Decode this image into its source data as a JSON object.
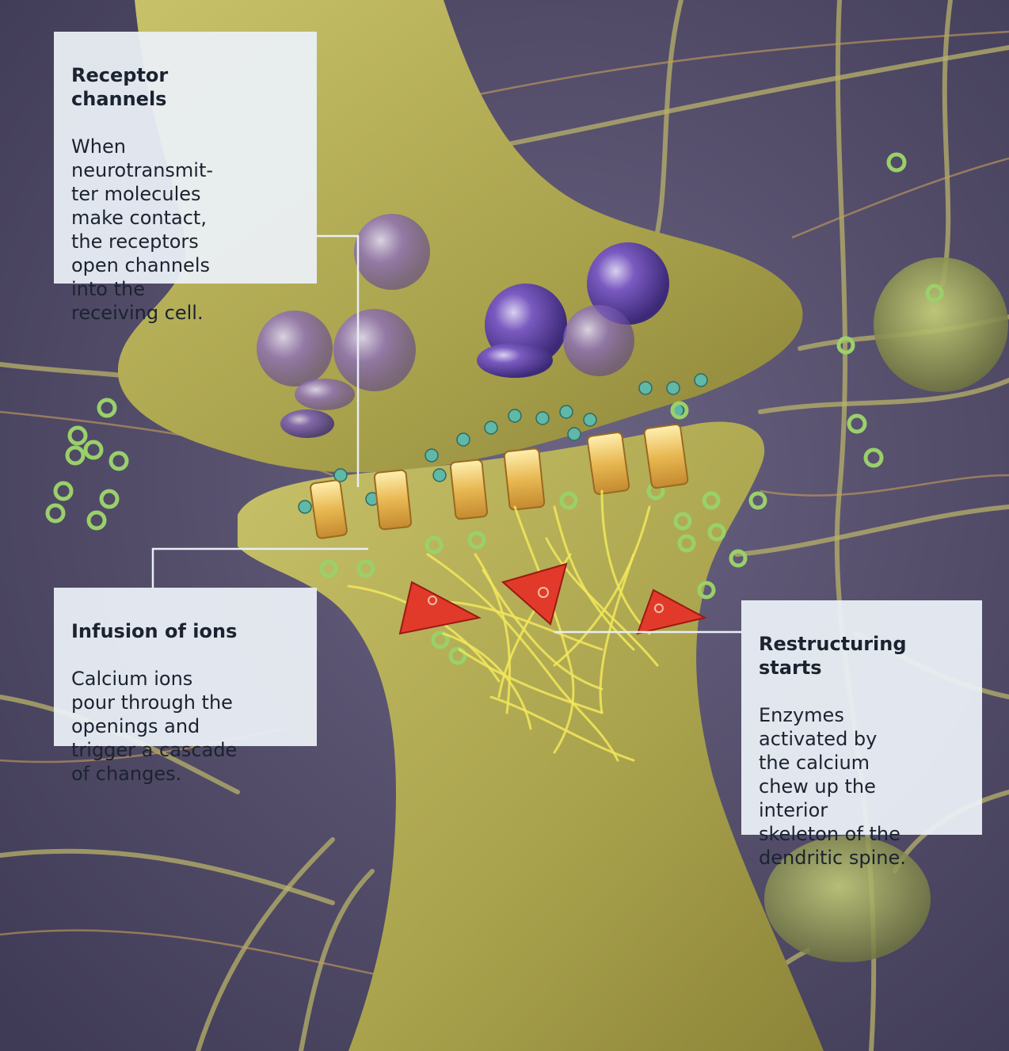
{
  "callouts": {
    "receptor": {
      "heading": "Receptor\nchannels",
      "body": "When\nneurotransmit-\nter molecules\nmake contact,\nthe receptors\nopen channels\ninto the\nreceiving cell."
    },
    "infusion": {
      "heading": "Infusion of ions",
      "body": "Calcium ions\npour through the\nopenings and\ntrigger a cascade\nof changes."
    },
    "restructuring": {
      "heading": "Restructuring\nstarts",
      "body": "Enzymes\nactivated by\nthe calcium\nchew up the\ninterior\nskeleton of the\ndendritic spine."
    }
  },
  "colors": {
    "background": "#5a5270",
    "neuron": "#b9b25a",
    "vesicle": "#6a4aa8",
    "ion": "#8fcf6a",
    "receptor": "#e0b050",
    "enzyme": "#e03030",
    "filament": "#f2e85a",
    "callout_bg": "#ebf0f6"
  }
}
